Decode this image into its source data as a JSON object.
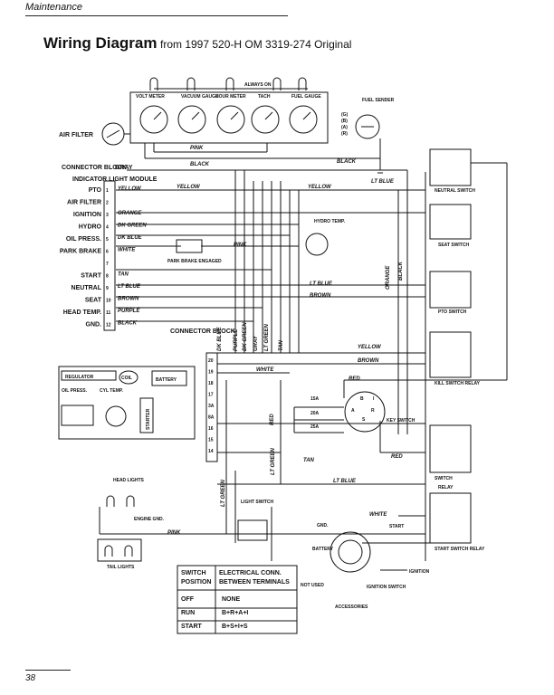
{
  "header": {
    "section": "Maintenance",
    "page_number": "38"
  },
  "title": {
    "main": "Wiring Diagram",
    "sub": "from 1997 520-H OM 3319-274 Original"
  },
  "gauges": {
    "volt_meter": "VOLT METER",
    "vacuum_gauge": "VACUUM GAUGE",
    "hour_meter": "HOUR METER",
    "tach": "TACH",
    "fuel_gauge": "FUEL GAUGE",
    "always_on": "ALWAYS ON",
    "fuel_sender": "FUEL SENDER",
    "sender_terms": [
      "(G)",
      "(B)",
      "(A)",
      "(R)"
    ]
  },
  "connector_block": {
    "title": "CONNECTOR BLOCK",
    "pins": [
      {
        "num": "1",
        "label": "PTO",
        "wire": "YELLOW"
      },
      {
        "num": "2",
        "label": "AIR FILTER",
        "wire": ""
      },
      {
        "num": "3",
        "label": "IGNITION",
        "wire": "ORANGE"
      },
      {
        "num": "4",
        "label": "HYDRO",
        "wire": "DK GREEN"
      },
      {
        "num": "5",
        "label": "OIL PRESS.",
        "wire": "DK BLUE"
      },
      {
        "num": "6",
        "label": "PARK BRAKE",
        "wire": "WHITE"
      },
      {
        "num": "7",
        "label": "",
        "wire": ""
      },
      {
        "num": "8",
        "label": "START",
        "wire": "TAN"
      },
      {
        "num": "9",
        "label": "NEUTRAL",
        "wire": "LT BLUE"
      },
      {
        "num": "10",
        "label": "SEAT",
        "wire": "BROWN"
      },
      {
        "num": "11",
        "label": "HEAD TEMP.",
        "wire": "PURPLE"
      },
      {
        "num": "12",
        "label": "GND.",
        "wire": "BLACK"
      }
    ],
    "module": "INDICATOR LIGHT MODULE"
  },
  "connector_block_2": {
    "title": "CONNECTOR BLOCK",
    "pins": [
      "20",
      "19",
      "18",
      "17",
      "3A",
      "8A",
      "16",
      "15",
      "14"
    ],
    "vertical_wires": [
      "DK BLUE",
      "PURPLE",
      "DK GREEN",
      "GRAY",
      "LT GREEN",
      "TAN"
    ]
  },
  "wire_labels": {
    "air_filter": "AIR FILTER",
    "gray": "GRAY",
    "pink": "PINK",
    "black": "BLACK",
    "yellow": "YELLOW",
    "lt_blue": "LT BLUE",
    "orange": "ORANGE",
    "brown": "BROWN",
    "white": "WHITE",
    "red": "RED",
    "tan": "TAN",
    "lt_green": "LT GREEN",
    "park_brake_engaged": "PARK BRAKE ENGAGED",
    "hydro_temp": "HYDRO TEMP."
  },
  "engine_block": {
    "regulator": "REGULATOR",
    "coil": "COIL",
    "battery": "BATTERY",
    "oil_press": "OIL PRESS.",
    "cyl_temp": "CYL TEMP.",
    "starter": "STARTER"
  },
  "lights": {
    "head_lights": "HEAD LIGHTS",
    "engine_gnd": "ENGINE GND.",
    "tail_lights": "TAIL LIGHTS",
    "light_switch": "LIGHT SWITCH"
  },
  "fuses": {
    "f15": "15A",
    "f20": "20A",
    "f25": "25A"
  },
  "switches": {
    "neutral": "NEUTRAL SWITCH",
    "seat": "SEAT SWITCH",
    "pto": "PTO SWITCH",
    "kill": "KILL SWITCH RELAY",
    "key": "KEY SWITCH",
    "switch": "SWITCH",
    "relay": "RELAY",
    "start_relay": "START SWITCH RELAY"
  },
  "key_terms": {
    "b": "B",
    "a": "A",
    "r": "R",
    "s": "S",
    "i": "I"
  },
  "ignition_switch": {
    "gnd": "GND.",
    "battery": "BATTERY",
    "start": "START",
    "ignition": "IGNITION",
    "not_used": "NOT USED",
    "accessories": "ACCESSORIES",
    "title": "IGNITION SWITCH"
  },
  "switch_table": {
    "headers": [
      "SWITCH POSITION",
      "ELECTRICAL CONN. BETWEEN TERMINALS"
    ],
    "header_lines": [
      [
        "SWITCH",
        "POSITION"
      ],
      [
        "ELECTRICAL CONN.",
        "BETWEEN TERMINALS"
      ]
    ],
    "rows": [
      [
        "OFF",
        "NONE"
      ],
      [
        "RUN",
        "B+R+A+I"
      ],
      [
        "START",
        "B+S+I+S"
      ]
    ]
  }
}
